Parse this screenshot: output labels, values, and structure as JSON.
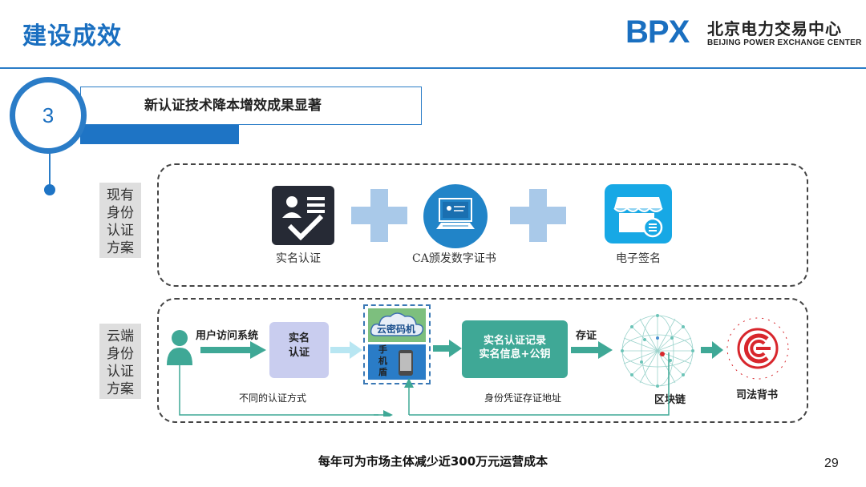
{
  "header": {
    "title": "建设成效",
    "logo_letters": "BPX",
    "logo_cn": "北京电力交易中心",
    "logo_en": "BEIJING POWER EXCHANGE CENTER"
  },
  "section": {
    "number": "3",
    "heading": "新认证技术降本增效成果显著"
  },
  "panel_existing": {
    "label": "现有身份认证方案",
    "items": [
      "实名认证",
      "CA颁发数字证书",
      "电子签名"
    ]
  },
  "panel_cloud": {
    "label": "云端身份认证方案",
    "user_access": "用户访问系统",
    "auth_box": "实名认证",
    "cloud_crypto": "云密码机",
    "phone_shield": "手机盾",
    "record_line1": "实名认证记录",
    "record_line2": "实名信息+公钥",
    "store": "存证",
    "blockchain": "区块链",
    "judicial": "司法背书",
    "diff_methods": "不同的认证方式",
    "credential_addr": "身份凭证存证地址"
  },
  "footer": {
    "summary": "每年可为市场主体减少近300万元运营成本",
    "page_number": "29"
  },
  "colors": {
    "brand_blue": "#1e74c5",
    "teal": "#3fa896",
    "lavender": "#c9cdef",
    "light_blue": "#a9c9e9",
    "red": "#d8262c"
  }
}
